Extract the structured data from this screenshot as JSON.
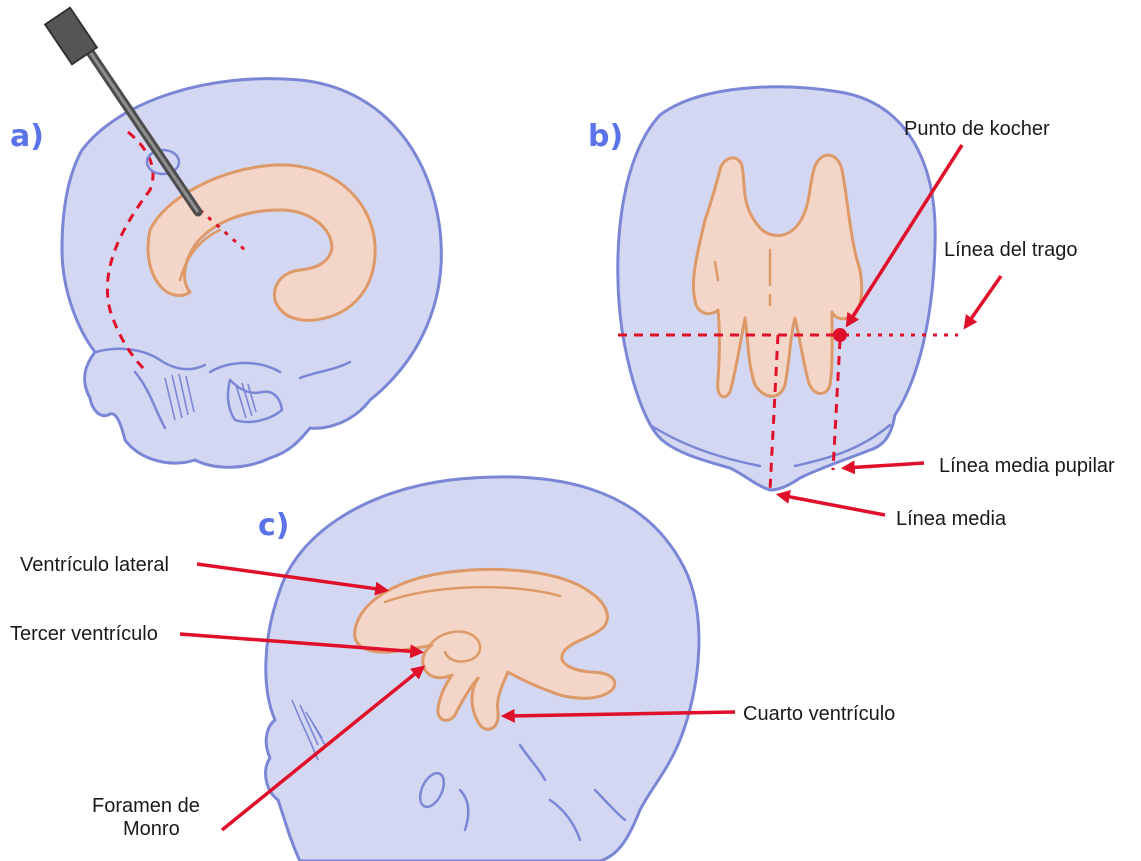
{
  "panels": {
    "a": {
      "letter": "a)"
    },
    "b": {
      "letter": "b)",
      "labels": {
        "kocher": "Punto de kocher",
        "trago": "Línea del trago",
        "pupilar": "Línea media pupilar",
        "media": "Línea media"
      }
    },
    "c": {
      "letter": "c)",
      "labels": {
        "lateral": "Ventrículo lateral",
        "tercer": "Tercer ventrículo",
        "cuarto": "Cuarto ventrículo",
        "monro_line1": "Foramen de",
        "monro_line2": "Monro"
      }
    }
  },
  "colors": {
    "skull_fill": "#d4d7f1",
    "skull_outline": "#7b86d6",
    "ventricle_fill": "#f3d6c8",
    "ventricle_outline": "#dd9a68",
    "annotation": "#e0102a",
    "panel_letter": "#5b73e8"
  },
  "icons": {
    "needle": "ventricular-catheter-needle-icon",
    "kocher_point": "red-dot-marker-icon"
  }
}
